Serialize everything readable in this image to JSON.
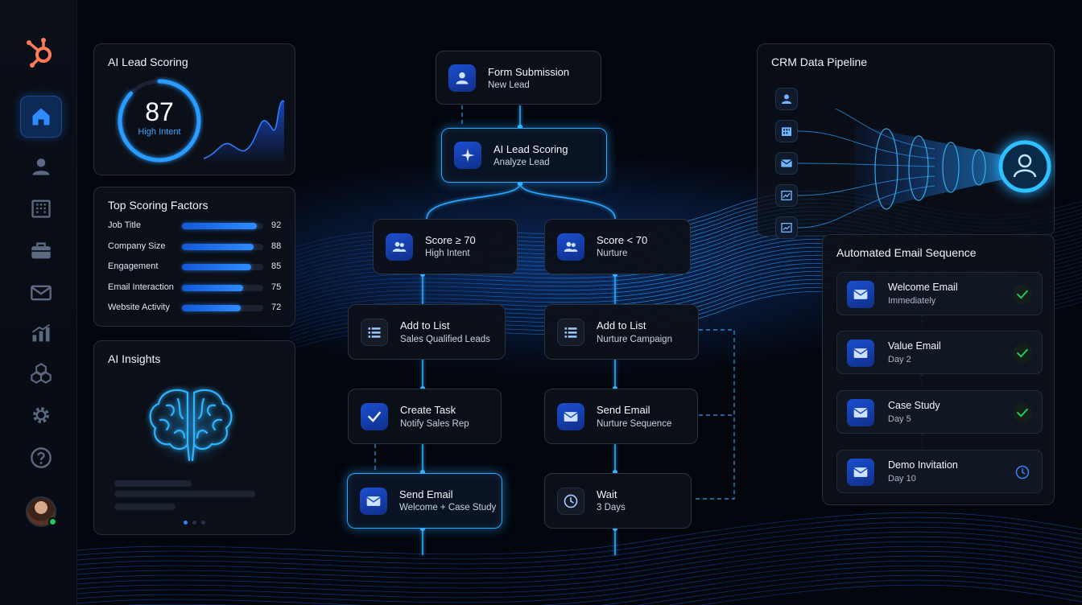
{
  "lead_scoring": {
    "title": "AI Lead Scoring",
    "score": "87",
    "score_label": "High Intent",
    "score_fraction": 0.87
  },
  "factors": {
    "title": "Top Scoring Factors",
    "items": [
      {
        "label": "Job Title",
        "value": "92",
        "pct": 92
      },
      {
        "label": "Company Size",
        "value": "88",
        "pct": 88
      },
      {
        "label": "Engagement",
        "value": "85",
        "pct": 85
      },
      {
        "label": "Email Interaction",
        "value": "75",
        "pct": 75
      },
      {
        "label": "Website Activity",
        "value": "72",
        "pct": 72
      }
    ]
  },
  "insights": {
    "title": "AI Insights"
  },
  "flow": {
    "form": {
      "title": "Form Submission",
      "sub": "New Lead"
    },
    "scoring": {
      "title": "AI Lead Scoring",
      "sub": "Analyze Lead"
    },
    "high": {
      "title": "Score ≥ 70",
      "sub": "High Intent"
    },
    "low": {
      "title": "Score < 70",
      "sub": "Nurture"
    },
    "list_high": {
      "title": "Add to List",
      "sub": "Sales Qualified Leads"
    },
    "list_low": {
      "title": "Add to List",
      "sub": "Nurture Campaign"
    },
    "task": {
      "title": "Create Task",
      "sub": "Notify Sales Rep"
    },
    "send_low": {
      "title": "Send Email",
      "sub": "Nurture Sequence"
    },
    "send_high": {
      "title": "Send Email",
      "sub": "Welcome + Case Study"
    },
    "wait": {
      "title": "Wait",
      "sub": "3 Days"
    }
  },
  "crm": {
    "title": "CRM Data Pipeline",
    "sources": [
      "contact-icon",
      "company-icon",
      "email-icon",
      "chart-icon",
      "analytics-icon"
    ]
  },
  "email_sequence": {
    "title": "Automated Email Sequence",
    "items": [
      {
        "name": "Welcome Email",
        "when": "Immediately",
        "status": "done"
      },
      {
        "name": "Value Email",
        "when": "Day 2",
        "status": "done"
      },
      {
        "name": "Case Study",
        "when": "Day 5",
        "status": "done"
      },
      {
        "name": "Demo Invitation",
        "when": "Day 10",
        "status": "scheduled"
      }
    ]
  },
  "sidebar": {
    "items": [
      "home-icon",
      "contacts-icon",
      "companies-icon",
      "deals-icon",
      "email-icon",
      "reports-icon",
      "integrations-icon",
      "settings-icon",
      "help-icon"
    ],
    "active": "home-icon"
  },
  "colors": {
    "accent": "#2aa8ff",
    "brand": "#ff7a59",
    "success": "#22c55e"
  }
}
